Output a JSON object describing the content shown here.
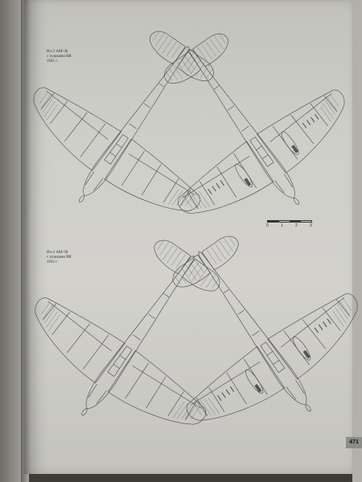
{
  "figures": [
    {
      "caption_lines": [
        "Ил-2 АМ-38",
        "с пушками ВЯ",
        "1941 г."
      ]
    },
    {
      "caption_lines": [
        "Ил-2 АМ-38",
        "с пушками ВЯ",
        "1942 г."
      ]
    }
  ],
  "scale_bar": {
    "ticks": [
      "0",
      "1",
      "2",
      "3"
    ]
  },
  "page_number": "471",
  "colors": {
    "paper": "#d0cfca",
    "ink": "#4a4a4a",
    "background": "#3e3a35"
  }
}
